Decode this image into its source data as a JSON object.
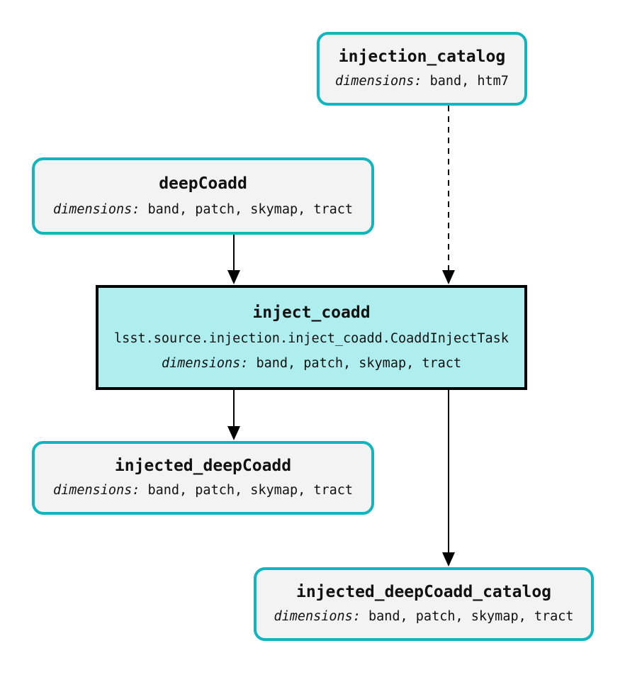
{
  "diagram": {
    "kind": "pipeline-task-graph",
    "colors": {
      "dataset_border": "#10b5bd",
      "dataset_fill": "#f3f3f3",
      "task_border": "#000000",
      "task_fill": "#afeeee",
      "edge": "#000000",
      "background": "#ffffff",
      "text": "#111111"
    },
    "nodes": {
      "injection_catalog": {
        "type": "dataset",
        "title": "injection_catalog",
        "dims_label": "dimensions:",
        "dims_value": "band, htm7"
      },
      "deepCoadd": {
        "type": "dataset",
        "title": "deepCoadd",
        "dims_label": "dimensions:",
        "dims_value": "band, patch, skymap, tract"
      },
      "inject_coadd": {
        "type": "task",
        "title": "inject_coadd",
        "task_class": "lsst.source.injection.inject_coadd.CoaddInjectTask",
        "dims_label": "dimensions:",
        "dims_value": "band, patch, skymap, tract"
      },
      "injected_deepCoadd": {
        "type": "dataset",
        "title": "injected_deepCoadd",
        "dims_label": "dimensions:",
        "dims_value": "band, patch, skymap, tract"
      },
      "injected_deepCoadd_catalog": {
        "type": "dataset",
        "title": "injected_deepCoadd_catalog",
        "dims_label": "dimensions:",
        "dims_value": "band, patch, skymap, tract"
      }
    },
    "edges": [
      {
        "from": "injection_catalog",
        "to": "inject_coadd",
        "style": "dashed"
      },
      {
        "from": "deepCoadd",
        "to": "inject_coadd",
        "style": "solid"
      },
      {
        "from": "inject_coadd",
        "to": "injected_deepCoadd",
        "style": "solid"
      },
      {
        "from": "inject_coadd",
        "to": "injected_deepCoadd_catalog",
        "style": "solid"
      }
    ]
  }
}
